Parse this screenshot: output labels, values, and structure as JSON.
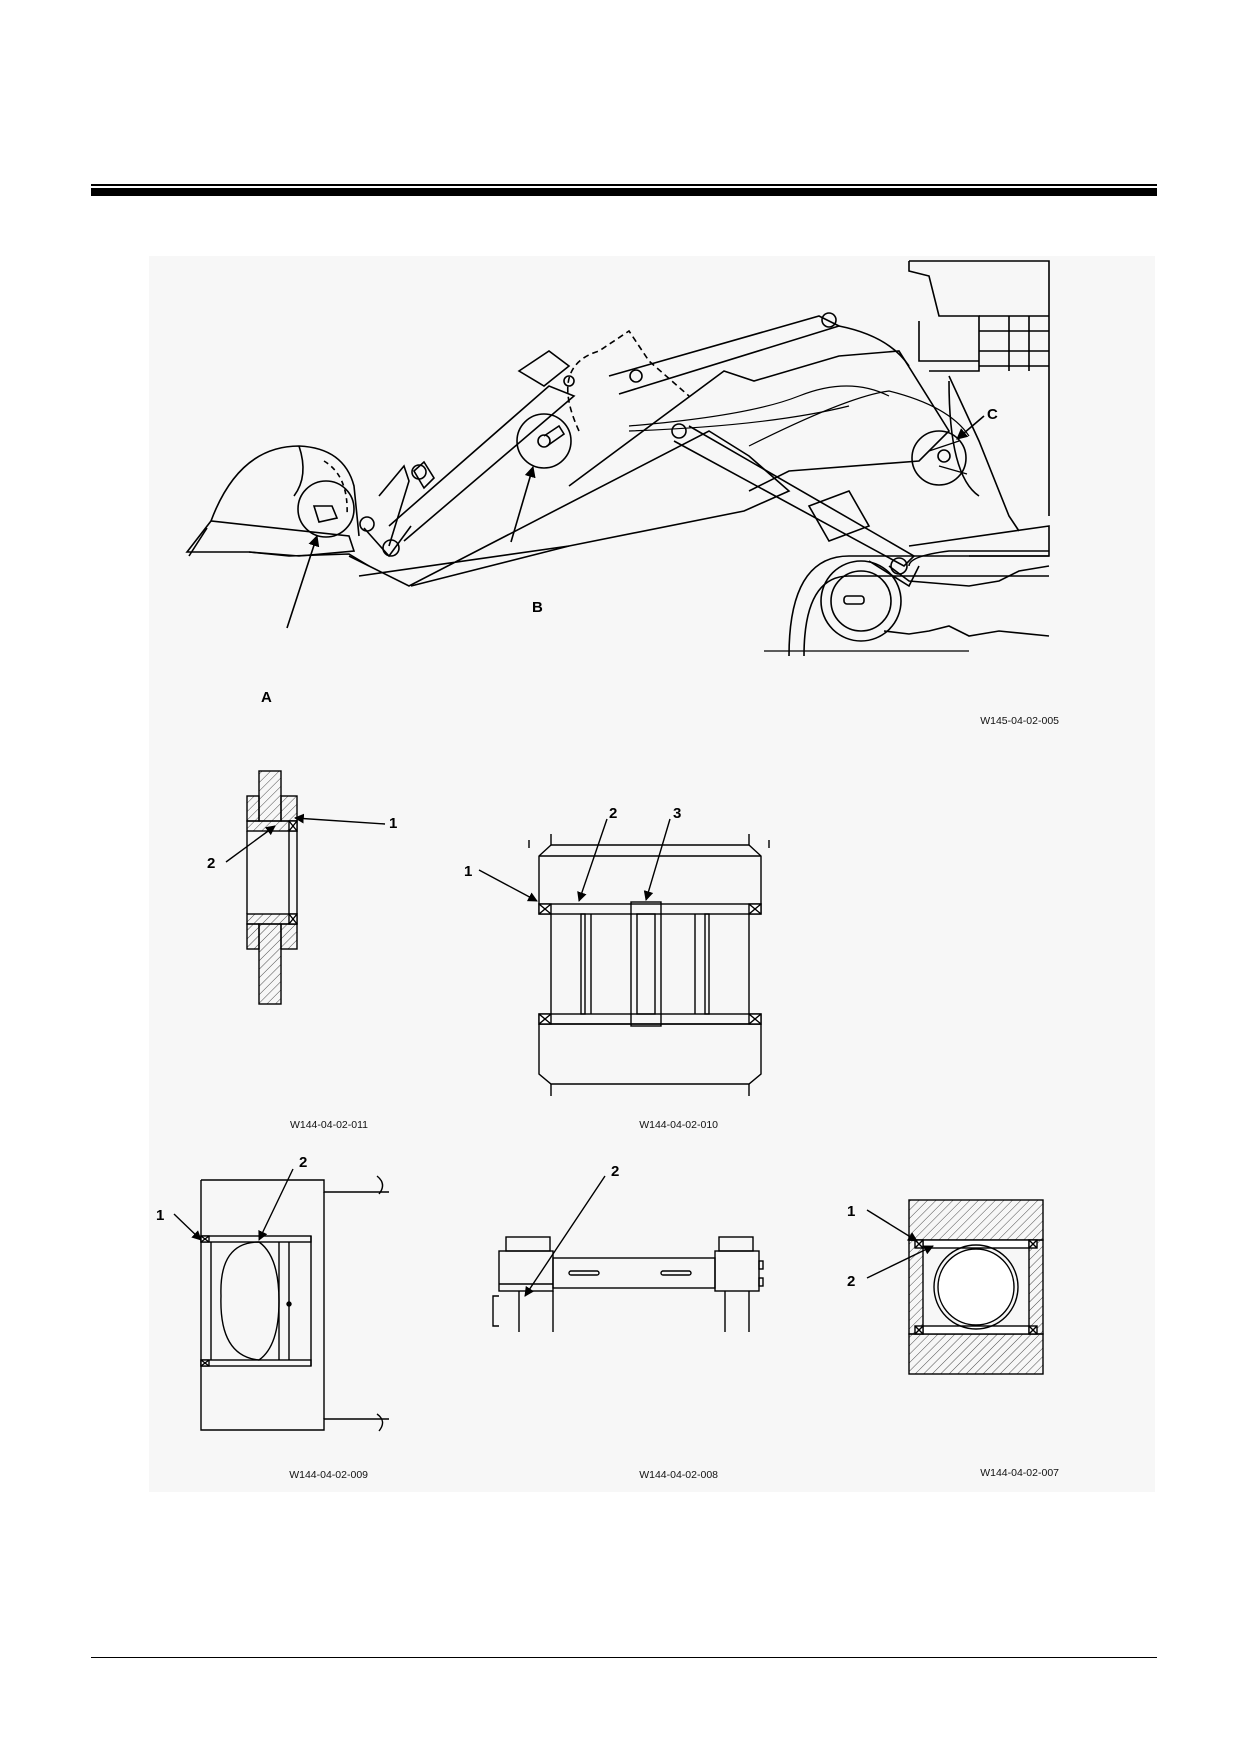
{
  "overview": {
    "callouts": {
      "a": "A",
      "b": "B",
      "c": "C"
    },
    "figure_ref": "W145-04-02-005"
  },
  "details": [
    {
      "ref": "W144-04-02-011",
      "labels": [
        "1",
        "2"
      ]
    },
    {
      "ref": "W144-04-02-010",
      "labels": [
        "1",
        "2",
        "3"
      ]
    },
    {
      "ref": "W144-04-02-009",
      "labels": [
        "1",
        "2"
      ]
    },
    {
      "ref": "W144-04-02-008",
      "labels": [
        "2"
      ]
    },
    {
      "ref": "W144-04-02-007",
      "labels": [
        "1",
        "2"
      ]
    }
  ]
}
